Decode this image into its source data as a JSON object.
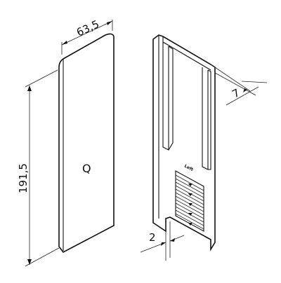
{
  "dimensions": {
    "width": "63,5",
    "height": "191,5",
    "depth": "7",
    "thickness": "2"
  },
  "labels": {
    "side_marker": "Q",
    "back_text": "Left"
  },
  "colors": {
    "line": "#111111",
    "background": "#ffffff"
  }
}
